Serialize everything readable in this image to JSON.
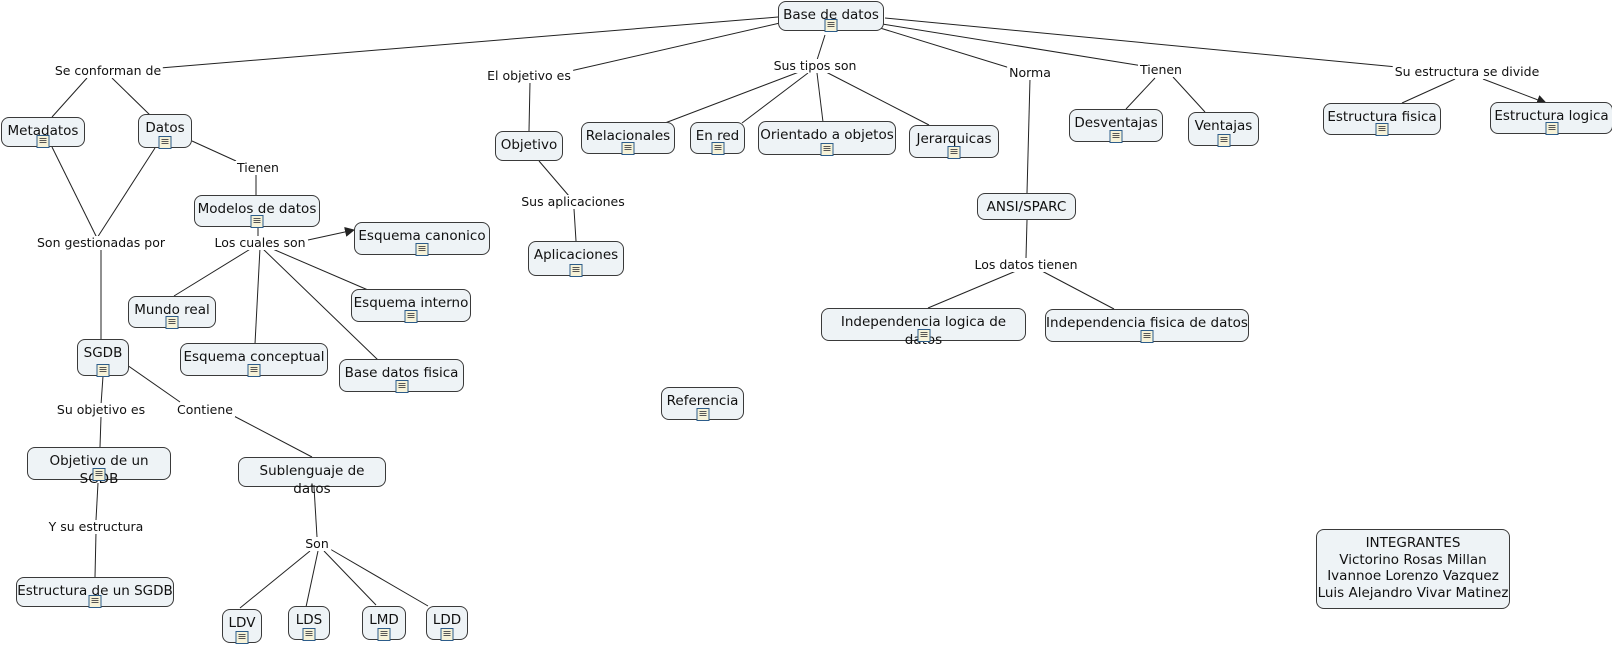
{
  "concepts": {
    "base": "Base de datos",
    "metadatos": "Metadatos",
    "datos": "Datos",
    "modelos": "Modelos de datos",
    "esq_canonico": "Esquema canonico",
    "mundo_real": "Mundo real",
    "esq_interno": "Esquema interno",
    "esq_conceptual": "Esquema conceptual",
    "base_fisica": "Base datos fisica",
    "sgdb": "SGDB",
    "objetivo_sgdb": "Objetivo de un SGDB",
    "estructura_sgdb": "Estructura de un SGDB",
    "sublenguaje": "Sublenguaje de datos",
    "ldv": "LDV",
    "lds": "LDS",
    "lmd": "LMD",
    "ldd": "LDD",
    "objetivo": "Objetivo",
    "aplicaciones": "Aplicaciones",
    "referencia": "Referencia",
    "relacionales": "Relacionales",
    "en_red": "En red",
    "orientado": "Orientado a objetos",
    "jerarquicas": "Jerarquicas",
    "ansi": "ANSI/SPARC",
    "indep_logica": "Independencia logica de datos",
    "indep_fisica": "Independencia fisica de datos",
    "desventajas": "Desventajas",
    "ventajas": "Ventajas",
    "estr_fisica": "Estructura fisica",
    "estr_logica": "Estructura logica"
  },
  "linking_phrases": {
    "se_conforman": "Se conforman de",
    "gestionadas": "Son gestionadas por",
    "tienen_datos": "Tienen",
    "cuales_son": "Los cuales son",
    "su_objetivo": "Su objetivo es",
    "contiene": "Contiene",
    "y_estructura": "Y su estructura",
    "son": "Son",
    "objetivo_es": "El objetivo es",
    "sus_aplicaciones": "Sus aplicaciones",
    "sus_tipos": "Sus tipos son",
    "norma": "Norma",
    "datos_tienen": "Los datos tienen",
    "tienen_base": "Tienen",
    "estructura_divide": "Su estructura se divide"
  },
  "team": {
    "heading": "INTEGRANTES",
    "members": [
      "Victorino Rosas Millan",
      "Ivannoe Lorenzo Vazquez",
      "Luis Alejandro Vivar Matinez"
    ]
  },
  "colors": {
    "node_fill": "#eef3f6",
    "node_border": "#3a3a3a",
    "line": "#222222",
    "icon_border": "#2c5c8a"
  }
}
